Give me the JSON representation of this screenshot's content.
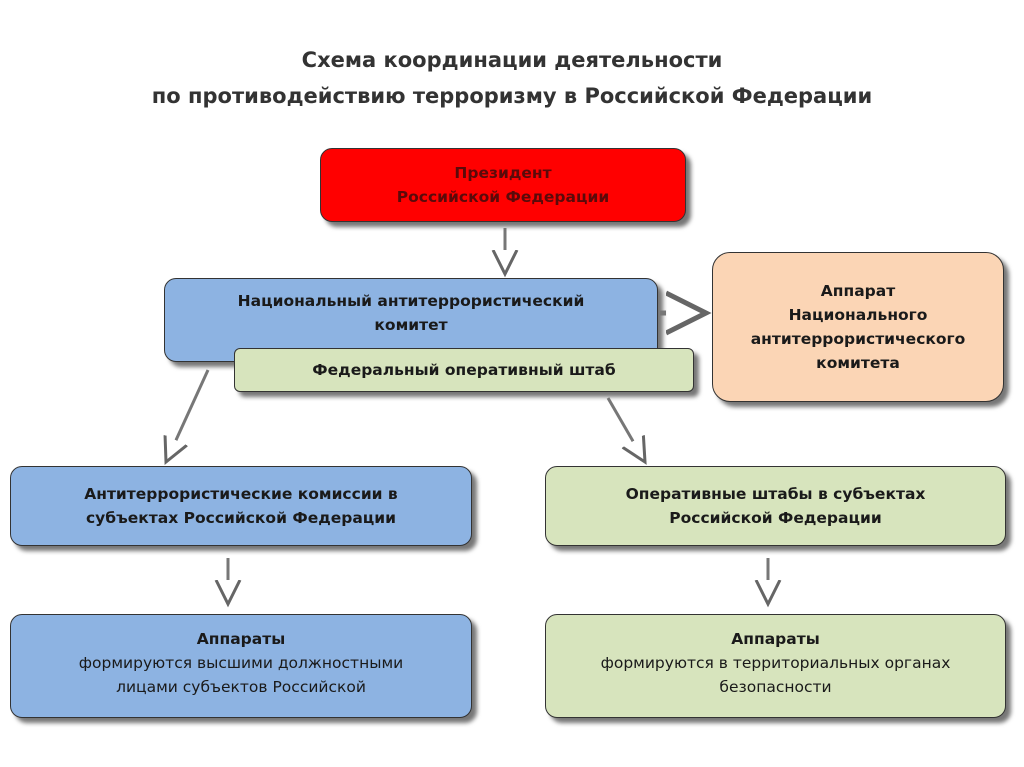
{
  "title": {
    "line1": "Схема координации деятельности",
    "line2": "по противодействию терроризму в Российской Федерации"
  },
  "president": {
    "line1": "Президент",
    "line2": "Российской Федерации"
  },
  "nak": {
    "line1": "Национальный антитеррористический",
    "line2": "комитет"
  },
  "fosh": {
    "label": "Федеральный оперативный штаб"
  },
  "apparat_nak": {
    "line1": "Аппарат",
    "line2": "Национального",
    "line3": "антитеррористического",
    "line4": "комитета"
  },
  "atk": {
    "line1": "Антитеррористические комиссии в",
    "line2": "субъектах Российской Федерации"
  },
  "osh": {
    "line1": "Оперативные штабы в субъектах",
    "line2": "Российской Федерации"
  },
  "apparaty_left": {
    "heading": "Аппараты",
    "line1": "формируются высшими должностными",
    "line2": "лицами субъектов Российской"
  },
  "apparaty_right": {
    "heading": "Аппараты",
    "line1": "формируются в территориальных органах",
    "line2": "безопасности"
  }
}
